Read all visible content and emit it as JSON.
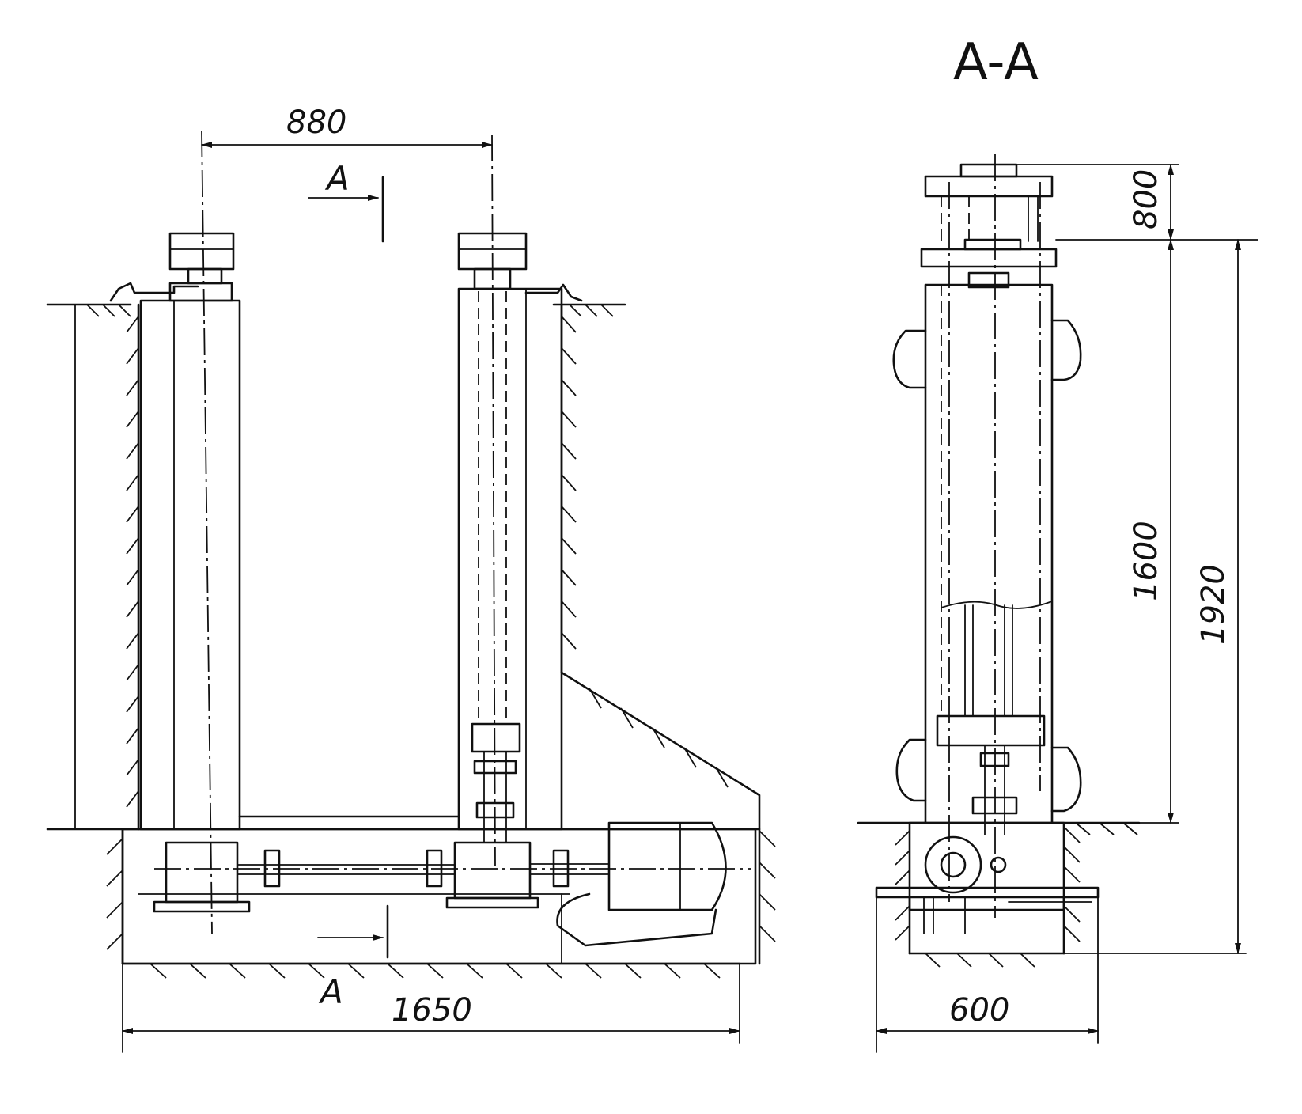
{
  "section_title": "A-A",
  "section_marker": "A",
  "dimensions": {
    "column_spacing": "880",
    "overall_length": "1650",
    "section_width": "600",
    "top_height": "800",
    "inner_height": "1600",
    "total_height": "1920"
  }
}
